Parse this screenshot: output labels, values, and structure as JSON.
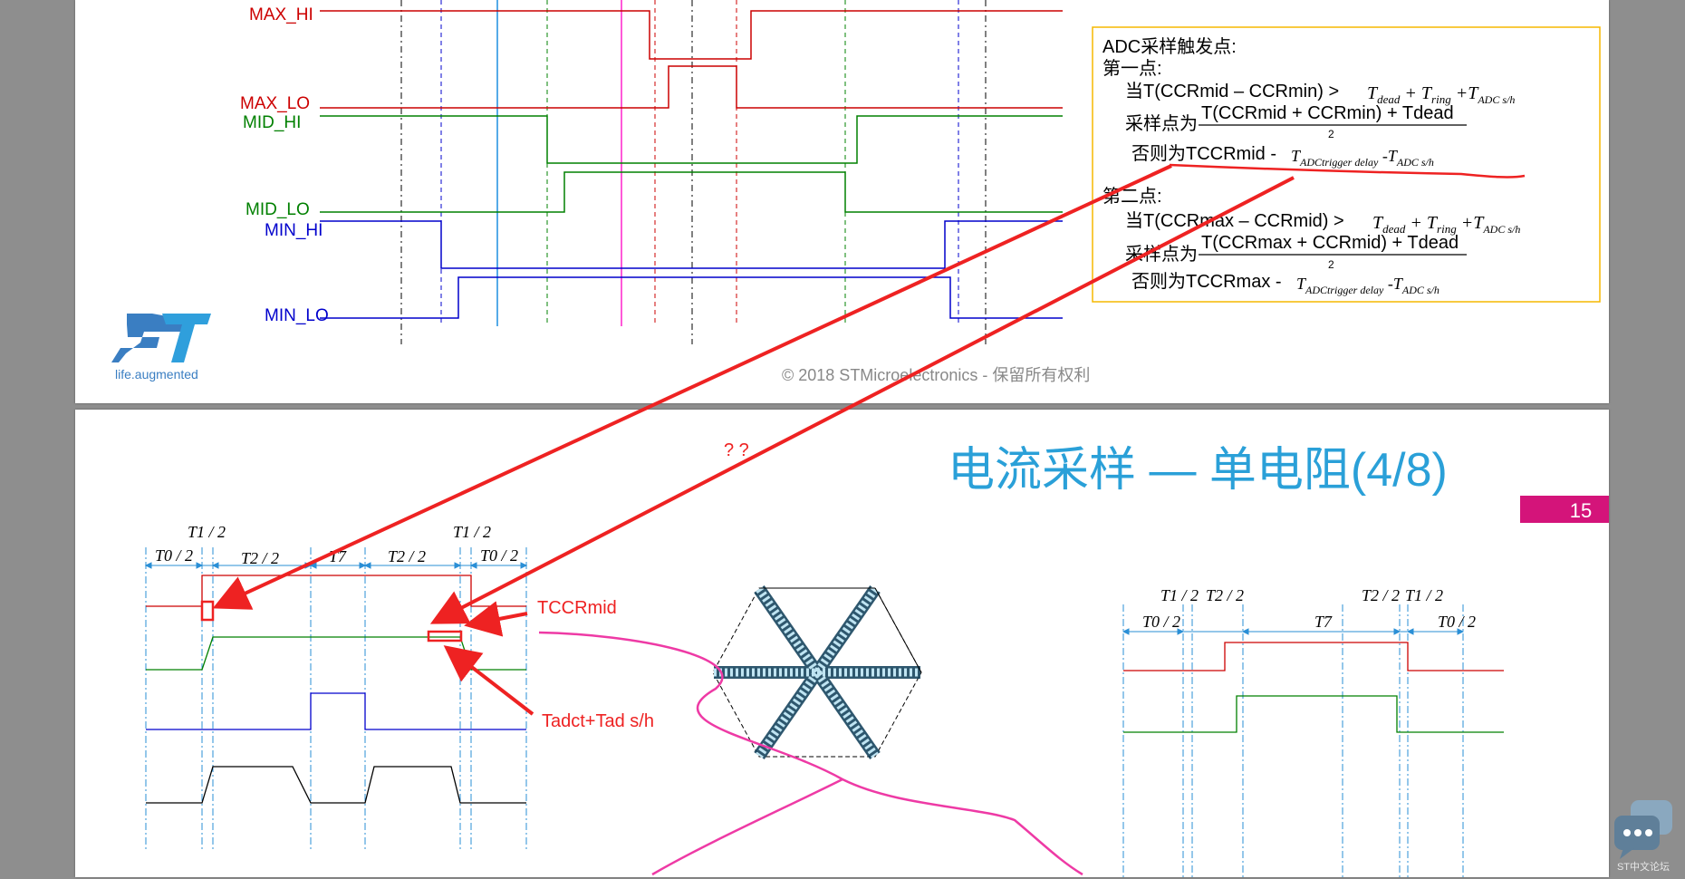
{
  "top_slide": {
    "signals": [
      {
        "label": "MAX_HI",
        "color": "#cc0000"
      },
      {
        "label": "MAX_LO",
        "color": "#cc0000"
      },
      {
        "label": "MID_HI",
        "color": "#008000"
      },
      {
        "label": "MID_LO",
        "color": "#008000"
      },
      {
        "label": "MIN_HI",
        "color": "#0000cc"
      },
      {
        "label": "MIN_LO",
        "color": "#0000cc"
      }
    ],
    "logo_tagline": "life.augmented",
    "copyright": "© 2018 STMicroelectronics - 保留所有权利",
    "adc_box": {
      "title": "ADC采样触发点:",
      "point1": "第一点:",
      "p1_cond": "当T(CCRmid – CCRmin)  >",
      "p1_sample_prefix": "采样点为",
      "p1_frac_num": "T(CCRmid + CCRmin) + Tdead",
      "p1_frac_den": "2",
      "p1_else": "否则为TCCRmid -",
      "point2": "第二点:",
      "p2_cond": "当T(CCRmax – CCRmid)  >",
      "p2_sample_prefix": "采样点为",
      "p2_frac_num": "T(CCRmax + CCRmid) + Tdead",
      "p2_frac_den": "2",
      "p2_else": "否则为TCCRmax -",
      "t_dead": "T",
      "t_dead_sub": "dead",
      "t_ring": "T",
      "t_ring_sub": "ring",
      "t_adc": "T",
      "t_adc_sub": "ADC s/h",
      "t_trig": "T",
      "t_trig_sub": "ADCtrigger delay"
    }
  },
  "bottom_slide": {
    "title": "电流采样 — 单电阻(4/8)",
    "page_number": "15",
    "question_marks": "? ?",
    "annotation_tccrmid": "TCCRmid",
    "annotation_tadct": "Tadct+Tad s/h",
    "timing_left": {
      "t0_half": "T0 / 2",
      "t1_half": "T1 / 2",
      "t2_half": "T2 / 2",
      "t7": "T7"
    },
    "timing_right": {
      "t0_half": "T0 / 2",
      "t1_half": "T1 / 2",
      "t2_half": "T2 / 2",
      "t7": "T7"
    }
  },
  "forum_badge_text": "ST中文论坛",
  "colors": {
    "title_blue": "#2aa0d8",
    "page_badge": "#d4147a",
    "annotation_red": "#ee2222",
    "box_orange": "#f5b800"
  }
}
